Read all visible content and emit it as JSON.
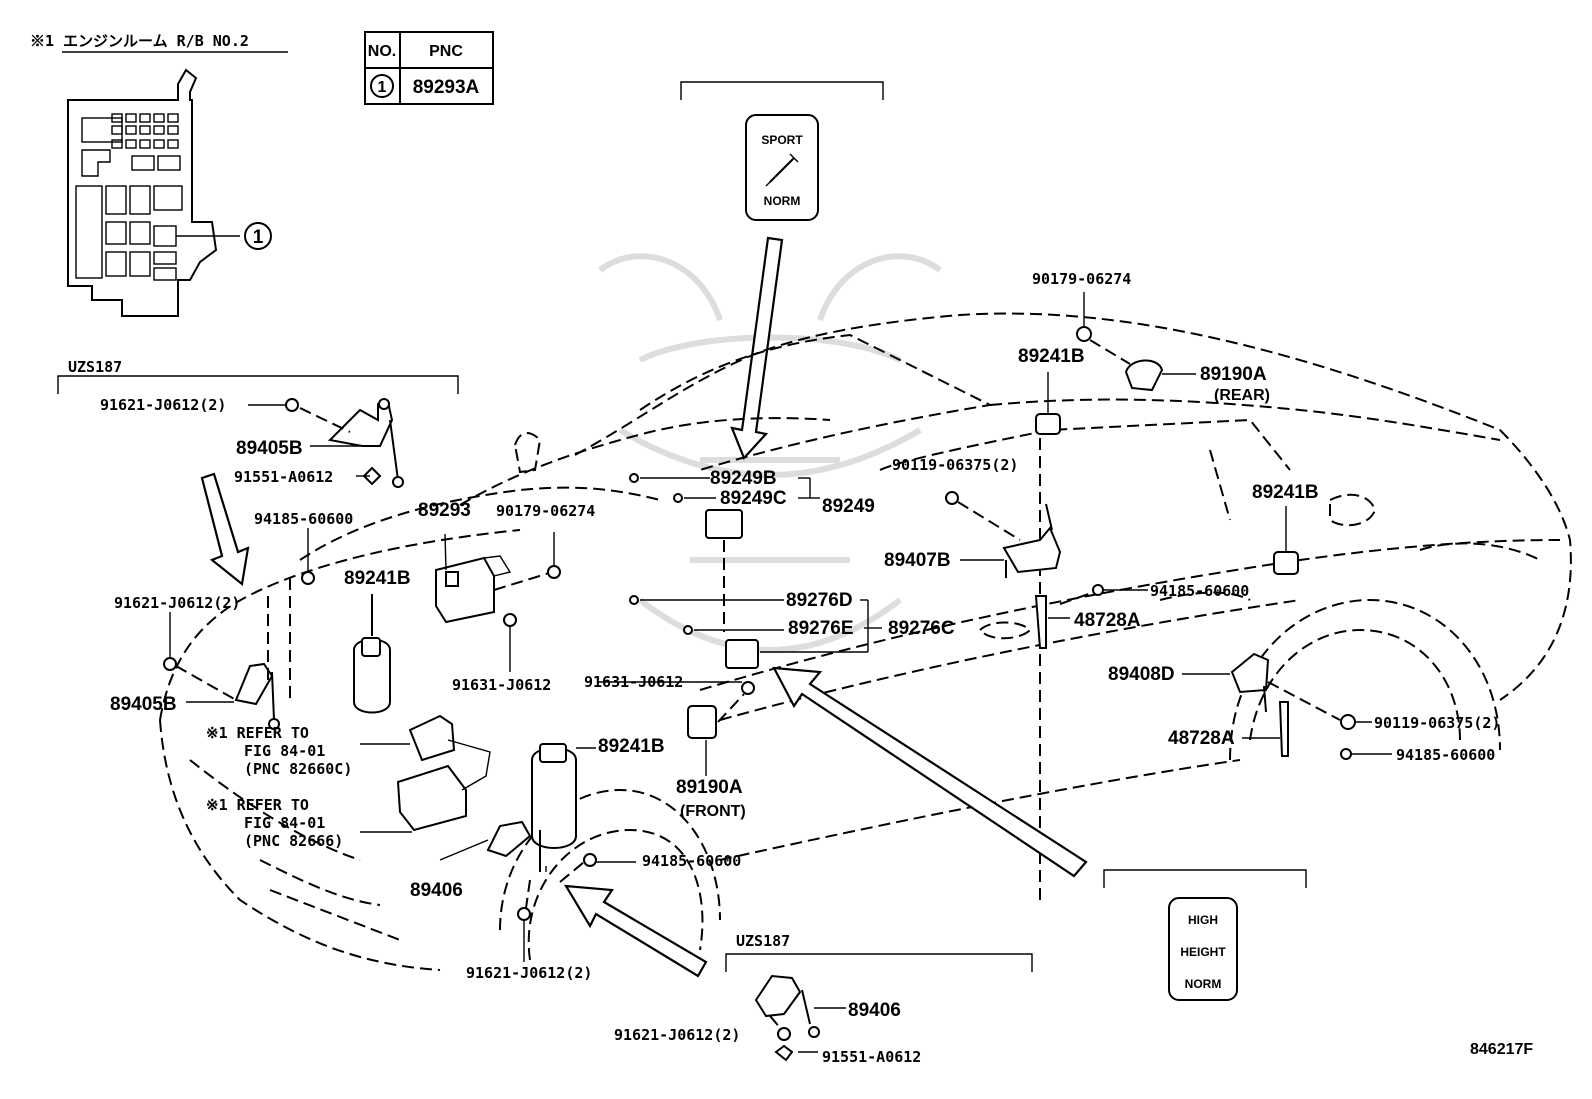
{
  "relay_block": {
    "note": "※1 エンジンルーム R/B NO.2",
    "callout": "1"
  },
  "pnc_table": {
    "col_no": "NO.",
    "col_pnc": "PNC",
    "row_no": "1",
    "row_pnc": "89293A"
  },
  "switch_top": {
    "line1": "SPORT",
    "line2": "NORM"
  },
  "switch_bottom": {
    "line1": "HIGH",
    "line2": "HEIGHT",
    "line3": "NORM"
  },
  "group_uzs187_top": "UZS187",
  "group_uzs187_bottom": "UZS187",
  "labels": {
    "l_91621_a": "91621-J0612(2)",
    "l_89405b_a": "89405B",
    "l_91551_a": "91551-A0612",
    "l_94185_a": "94185-60600",
    "l_91621_b": "91621-J0612(2)",
    "l_89405b_b": "89405B",
    "l_89293": "89293",
    "l_90179_a": "90179-06274",
    "l_89241b_a": "89241B",
    "l_91631_a": "91631-J0612",
    "l_refer1_a": "※1 REFER TO",
    "l_refer1_b": "FIG 84-01",
    "l_refer1_c": "(PNC 82660C)",
    "l_refer2_a": "※1 REFER TO",
    "l_refer2_b": "FIG 84-01",
    "l_refer2_c": "(PNC 82666)",
    "l_89406_a": "89406",
    "l_91621_c": "91621-J0612(2)",
    "l_89249b": "89249B",
    "l_89249c": "89249C",
    "l_89249": "89249",
    "l_89276d": "89276D",
    "l_89276e": "89276E",
    "l_89276c": "89276C",
    "l_91631_b": "91631-J0612",
    "l_89241b_b": "89241B",
    "l_89190a_front": "89190A",
    "l_front": "(FRONT)",
    "l_94185_b": "94185-60600",
    "l_90179_b": "90179-06274",
    "l_89241b_c": "89241B",
    "l_89190a_rear": "89190A",
    "l_rear": "(REAR)",
    "l_90119_a": "90119-06375(2)",
    "l_89407b": "89407B",
    "l_94185_c": "94185-60600",
    "l_48728a_a": "48728A",
    "l_89241b_d": "89241B",
    "l_89408d": "89408D",
    "l_90119_b": "90119-06375(2)",
    "l_48728a_b": "48728A",
    "l_94185_d": "94185-60600",
    "l_89406_b": "89406",
    "l_91621_d": "91621-J0612(2)",
    "l_91551_b": "91551-A0612"
  },
  "figure_id": "846217F"
}
